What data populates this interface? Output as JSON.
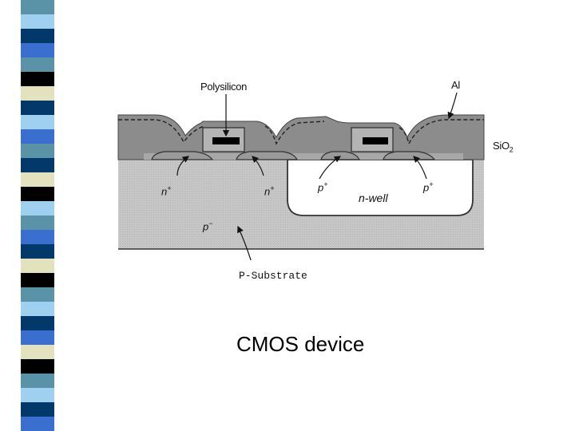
{
  "diagram": {
    "labels": {
      "polysilicon": "Polysilicon",
      "al": "Al",
      "sio2": "SiO",
      "sio2_sub": "2",
      "n_plus_left": "n",
      "n_plus_right": "n",
      "p_plus_left": "p",
      "p_plus_right": "p",
      "plus": "+",
      "n_well": "n-well",
      "p_minus": "p",
      "minus": "−",
      "p_substrate": "P-Substrate"
    }
  },
  "caption": "CMOS device",
  "colors": {
    "strip": [
      "#5a93a8",
      "#03386b",
      "#3a6fd0",
      "#000000",
      "#e2e2be",
      "#9fd0f0"
    ],
    "oxide": "#8c8c8c",
    "substrate": "#c6c6c6",
    "well": "#ffffff"
  }
}
